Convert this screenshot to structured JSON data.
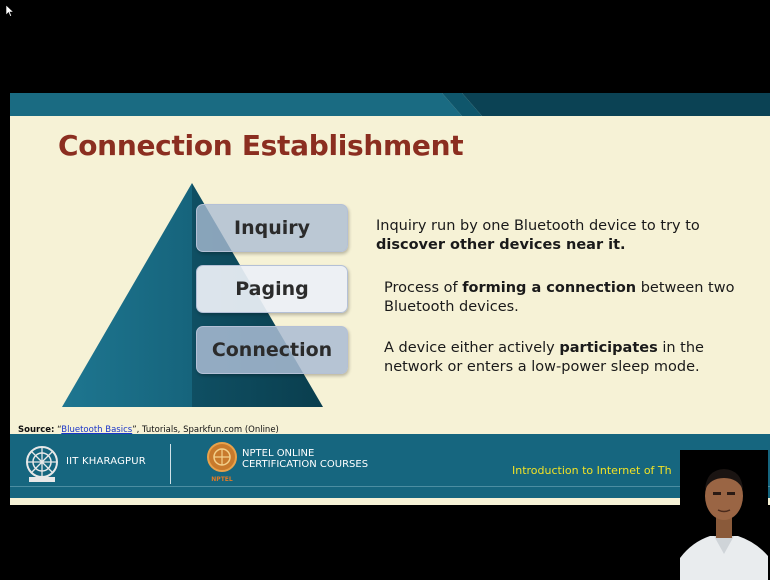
{
  "slide": {
    "title": "Connection Establishment",
    "stages": [
      "Inquiry",
      "Paging",
      "Connection"
    ],
    "descriptions": [
      {
        "pre": "Inquiry run by one Bluetooth device to try to ",
        "bold": "discover other devices near it.",
        "post": ""
      },
      {
        "pre": "Process of ",
        "bold": "forming a connection",
        "post": " between two Bluetooth devices."
      },
      {
        "pre": "A device either actively ",
        "bold": "participates",
        "post": " in the network or enters a low-power sleep mode."
      }
    ],
    "source": {
      "label": "Source:",
      "open_quote": " “",
      "link_text": "Bluetooth Basics",
      "rest": "”, Tutorials, Sparkfun.com (Online)"
    }
  },
  "footer": {
    "institute": "IIT KHARAGPUR",
    "nptel_line1": "NPTEL ONLINE",
    "nptel_line2": "CERTIFICATION COURSES",
    "nptel_badge": "NPTEL",
    "course_title": "Introduction to Internet of Th"
  },
  "colors": {
    "slide_bg": "#f6f2d6",
    "title": "#8b2e20",
    "band_teal": "#1a6b82",
    "footer": "#16667f",
    "course_title": "#f1e226",
    "pyramid": "#1d6b83"
  }
}
